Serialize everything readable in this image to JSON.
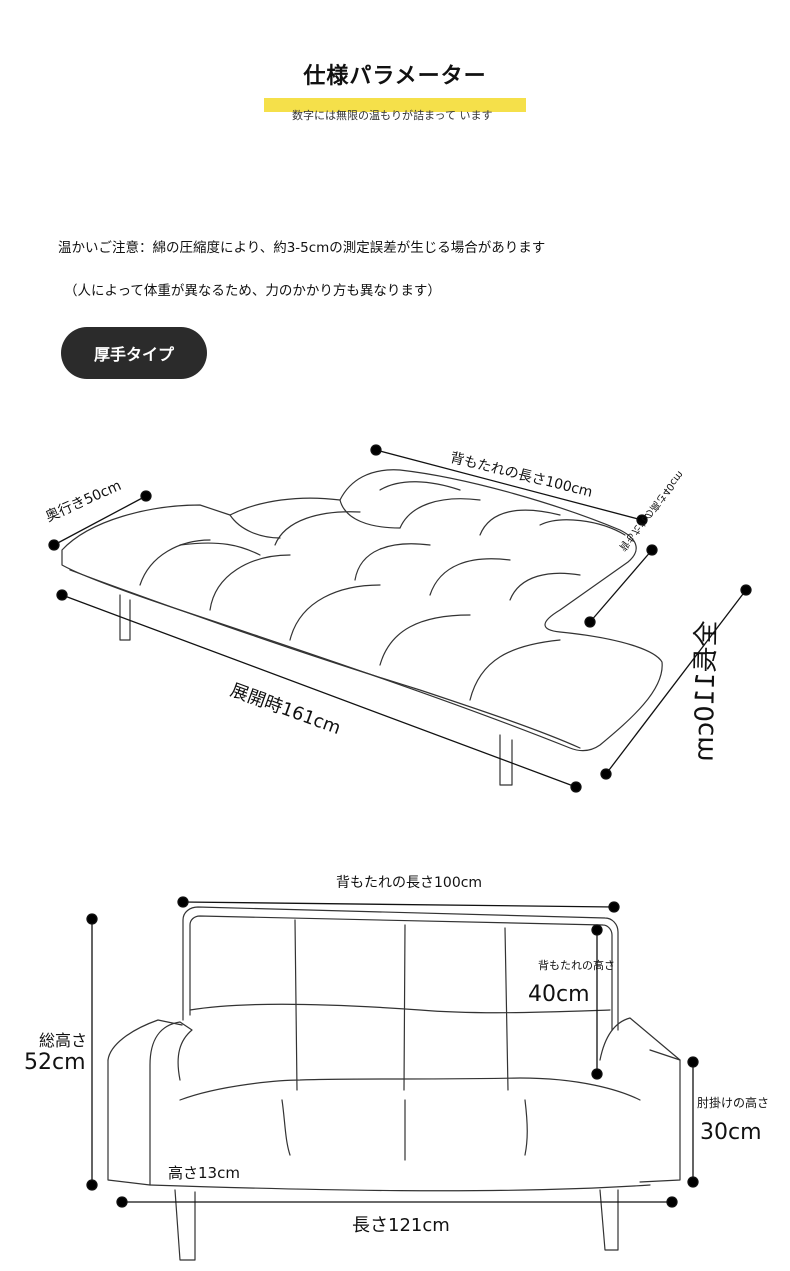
{
  "header": {
    "title": "仕様パラメーター",
    "subtitle": "数字には無限の温もりが詰まって います"
  },
  "notes": {
    "line1": "温かいご注意：綿の圧縮度により、約3-5cmの測定誤差が生じる場合があります",
    "line2": "（人によって体重が異なるため、力のかかり方も異なります）"
  },
  "type_badge": "厚手タイプ",
  "flat_diagram": {
    "backrest_length": "背もたれの長さ100cm",
    "depth": "奥行き50cm",
    "unfolded_length": "展開時161cm",
    "total_length": "全長110cm",
    "backrest_height": "背もたれの高さ40cm"
  },
  "front_diagram": {
    "backrest_length": "背もたれの長さ100cm",
    "backrest_height_label": "背もたれの高さ",
    "backrest_height_value": "40cm",
    "total_height_label": "総高さ",
    "total_height_value": "52cm",
    "armrest_height_label": "肘掛けの高さ",
    "armrest_height_value": "30cm",
    "seat_height": "高さ13cm",
    "length": "長さ121cm"
  }
}
